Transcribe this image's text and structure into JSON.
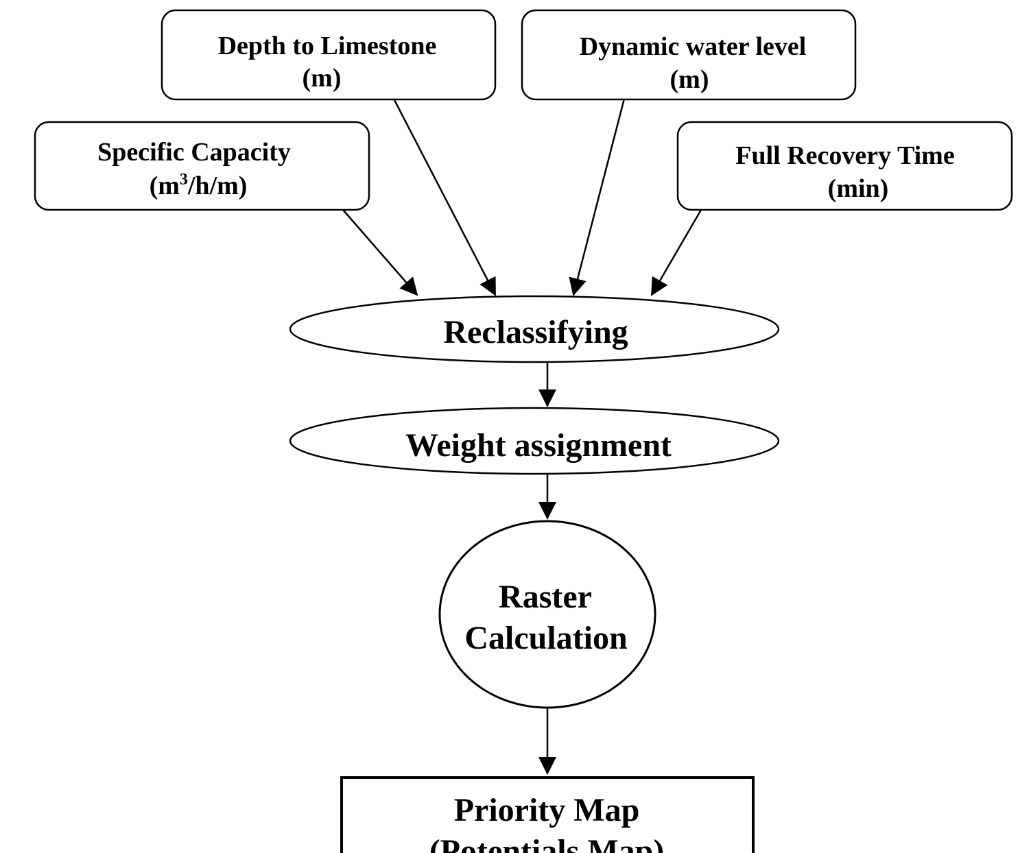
{
  "inputs": {
    "depth": {
      "line1": "Depth to Limestone",
      "line2": "(m)"
    },
    "dynamic": {
      "line1": "Dynamic water level",
      "line2": "(m)"
    },
    "specific": {
      "line1": "Specific Capacity",
      "line2_pre": "(m",
      "line2_sup": "3",
      "line2_post": "/h/m)"
    },
    "recovery": {
      "line1": "Full Recovery Time",
      "line2": "(min)"
    }
  },
  "steps": {
    "reclassifying": "Reclassifying",
    "weight": "Weight assignment",
    "raster_line1": "Raster",
    "raster_line2": "Calculation"
  },
  "output": {
    "line1": "Priority Map",
    "line2": "(Potentials Map)"
  }
}
